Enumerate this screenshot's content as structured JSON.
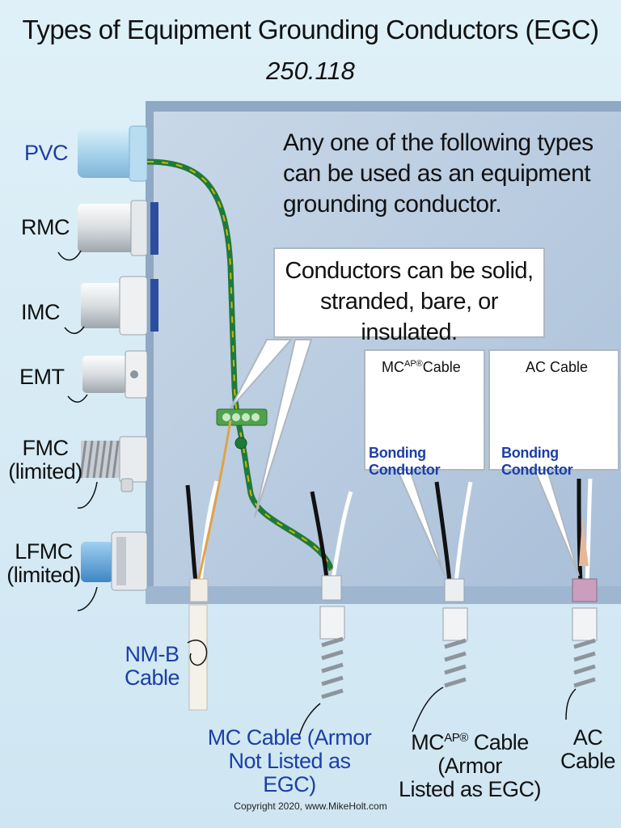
{
  "title": "Types of Equipment Grounding Conductors (EGC)",
  "code_section": "250.118",
  "labels": {
    "pvc": "PVC",
    "rmc": "RMC",
    "imc": "IMC",
    "emt": "EMT",
    "fmc": "FMC",
    "lfmc": "LFMC",
    "limited": "(limited)"
  },
  "note": "Any one of the following types can be used as an equipment grounding conductor.",
  "callout": "Conductors can be solid, stranded, bare, or insulated.",
  "inset_mc": {
    "prefix": "MC",
    "sup": "AP®",
    "suffix": "Cable",
    "bonding": "Bonding Conductor"
  },
  "inset_ac": {
    "title": "AC Cable",
    "bonding": "Bonding Conductor"
  },
  "bottom": {
    "nmb_line1": "NM-B",
    "nmb_line2": "Cable",
    "mc_line1": "MC Cable (Armor",
    "mc_line2": "Not Listed as EGC)",
    "mcap_prefix": "MC",
    "mcap_sup": "AP®",
    "mcap_suffix": " Cable (Armor",
    "mcap_line2": "Listed as EGC)",
    "ac_line1": "AC",
    "ac_line2": "Cable"
  },
  "copyright": "Copyright 2020, www.MikeHolt.com"
}
